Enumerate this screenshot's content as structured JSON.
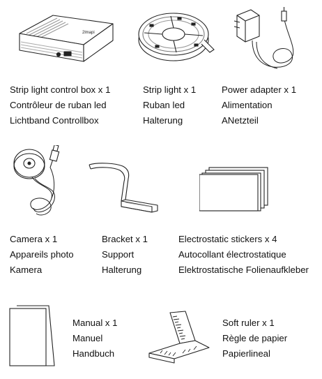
{
  "items": [
    {
      "title": "Strip light control box  x 1",
      "fr": "Contrôleur de ruban led",
      "de": "Lichtband Controllbox",
      "logo": "2lmapi"
    },
    {
      "title": "Strip light  x 1",
      "fr": "Ruban led",
      "de": "Halterung"
    },
    {
      "title": "Power adapter  x 1",
      "fr": "Alimentation",
      "de": "ANetzteil"
    },
    {
      "title": "Camera  x 1",
      "fr": "Appareils photo",
      "de": "Kamera"
    },
    {
      "title": "Bracket  x 1",
      "fr": "Support",
      "de": "Halterung"
    },
    {
      "title": "Electrostatic stickers  x 4",
      "fr": "Autocollant électrostatique",
      "de": "Elektrostatische Folienaufkleber"
    },
    {
      "title": "Manual  x 1",
      "fr": "Manuel",
      "de": "Handbuch"
    },
    {
      "title": "Soft ruler  x 1",
      "fr": "Règle de papier",
      "de": "Papierlineal"
    }
  ],
  "icons": [
    "control-box-icon",
    "strip-light-reel-icon",
    "power-adapter-icon",
    "camera-icon",
    "bracket-icon",
    "stickers-icon",
    "manual-icon",
    "soft-ruler-icon"
  ]
}
